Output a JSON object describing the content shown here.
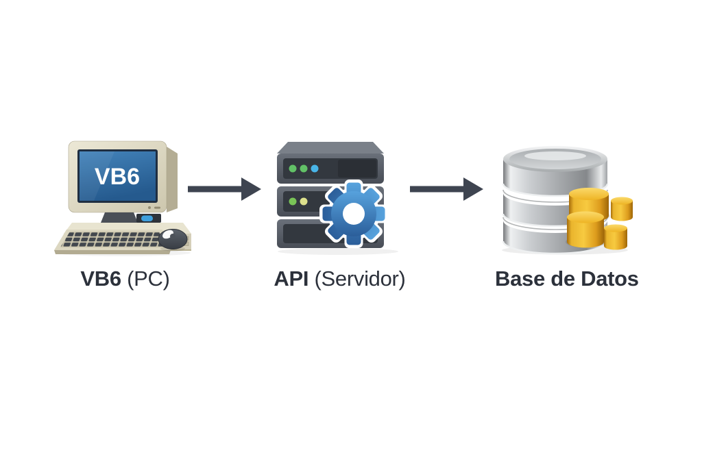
{
  "diagram": {
    "description": "Flow diagram: VB6 desktop PC calls an API server which accesses a database",
    "nodes": [
      {
        "id": "pc",
        "icon": "retro-pc-icon",
        "screen_text": "VB6",
        "label_bold": "VB6",
        "label_rest": " (PC)"
      },
      {
        "id": "api",
        "icon": "server-gear-icon",
        "label_bold": "API",
        "label_rest": " (Servidor)"
      },
      {
        "id": "db",
        "icon": "database-icon",
        "label_bold": "Base de Datos",
        "label_rest": ""
      }
    ],
    "connections": [
      {
        "from": "pc",
        "to": "api",
        "style": "right-arrow"
      },
      {
        "from": "api",
        "to": "db",
        "style": "right-arrow"
      }
    ],
    "colors": {
      "background": "#ffffff",
      "text": "#2c313b",
      "arrow": "#3e4450",
      "screen_blue": "#2f6ea8",
      "gear_blue": "#3b7fc4",
      "monitor_beige": "#d9d4bf",
      "server_gray": "#565c66",
      "database_silver": "#c0c4c7",
      "database_gold": "#f0b42a",
      "led_green": "#62c167",
      "led_blue": "#49b5e8",
      "led_yellow": "#dde18d"
    }
  }
}
